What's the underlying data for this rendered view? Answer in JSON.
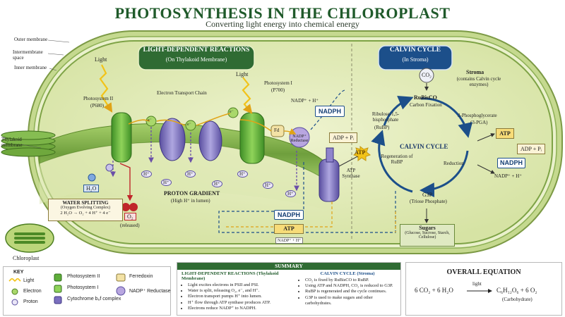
{
  "header": {
    "title": "PHOTOSYNTHESIS IN THE CHLOROPLAST",
    "subtitle": "Converting light energy into chemical energy"
  },
  "membranes": {
    "outer": "Outer membrane",
    "intermembrane": "Intermembrane space",
    "inner": "Inner membrane",
    "thylakoid": "Thylakoid membrane"
  },
  "light_reactions": {
    "banner_title": "LIGHT-DEPENDENT REACTIONS",
    "banner_sub": "(On Thylakoid Membrane)",
    "light1": "Light",
    "light2": "Light",
    "psii": "Photosystem II",
    "psii_sub": "(P680)",
    "psi": "Photosystem I",
    "psi_sub": "(P700)",
    "etc": "Electron Transport Chain",
    "nadp_in": "NADP⁺ + H⁺",
    "nadph": "NADPH",
    "fd": "Fd",
    "reductase": "NADP⁺ Reductase",
    "adp": "ADP + Pᵢ",
    "atp": "ATP",
    "atp_synthase": "ATP Synthase",
    "h2o": "H₂O",
    "water_splitting_title": "WATER SPLITTING",
    "water_splitting_sub": "(Oxygen Evolving Complex)",
    "water_eq": "2 H₂O → O₂ + 4 H⁺ + 4 e⁻",
    "o2": "O₂",
    "o2_sub": "(released)",
    "gradient_title": "PROTON GRADIENT",
    "gradient_sub": "(High H⁺ in lumen)",
    "proton": "H⁺",
    "electron": "e⁻",
    "transport_nadph": "NADPH",
    "transport_atp": "ATP",
    "transport_nadp": "NADP⁺ + H⁺"
  },
  "calvin": {
    "banner_title": "CALVIN CYCLE",
    "banner_sub": "(In Stroma)",
    "co2": "CO₂",
    "stroma": "Stroma",
    "stroma_sub": "(contains Calvin cycle enzymes)",
    "rubisco": "RuBisCO",
    "fixation": "Carbon Fixation",
    "rubp": "Ribulose-1,5-bisphosphate",
    "rubp_sub": "(RuBP)",
    "pga": "3-Phosphoglycerate",
    "pga_sub": "(3-PGA)",
    "cycle": "CALVIN CYCLE",
    "regen": "Regeneration of RuBP",
    "reduction": "Reduction",
    "atp": "ATP",
    "adp": "ADP + Pᵢ",
    "nadph": "NADPH",
    "nadp": "NADP⁺ + H⁺",
    "g3p": "G3P",
    "g3p_sub": "(Triose Phosphate)",
    "sugars": "Sugars",
    "sugars_sub": "(Glucose, Sucrose, Starch, Cellulose)"
  },
  "chloroplast_label": "Chloroplast",
  "key": {
    "title": "KEY",
    "light": "Light",
    "electron": "Electron",
    "proton": "Proton",
    "psii": "Photosystem II",
    "psi": "Photosystem I",
    "cyt": "Cytochrome b₆f complex",
    "fd": "Ferredoxin",
    "reductase": "NADP⁺ Reductase",
    "fd_icon": "Fd",
    "proton_icon": "H⁺"
  },
  "summary": {
    "title": "SUMMARY",
    "light_heading": "LIGHT-DEPENDENT REACTIONS (Thylakoid Membrane)",
    "light_items": [
      "Light excites electrons in PSII and PSI.",
      "Water is split, releasing O₂, e⁻, and H⁺.",
      "Electron transport pumps H⁺ into lumen.",
      "H⁺ flow through ATP synthase produces ATP.",
      "Electrons reduce NADP⁺ to NADPH."
    ],
    "calvin_heading": "CALVIN CYCLE (Stroma)",
    "calvin_items": [
      "CO₂ is fixed by RuBisCO to RuBP.",
      "Using ATP and NADPH, CO₂ is reduced to G3P.",
      "RuBP is regenerated and the cycle continues.",
      "G3P is used to make sugars and other carbohydrates."
    ]
  },
  "equation": {
    "title": "OVERALL EQUATION",
    "left": "6 CO₂ + 6 H₂O",
    "light": "light",
    "right": "C₆H₁₂O₆ + 6 O₂",
    "sub": "(Carbohydrate)"
  },
  "colors": {
    "title_green": "#1f5a2a",
    "banner_green": "#2f6b33",
    "calvin_blue": "#1c4f8a",
    "stroma": "#dfe9b8",
    "photosystem_green": "#5fae3a",
    "cytochrome_purple": "#7b6fbf",
    "atp_yellow": "#f2c318",
    "o2_red": "#c0262a"
  }
}
